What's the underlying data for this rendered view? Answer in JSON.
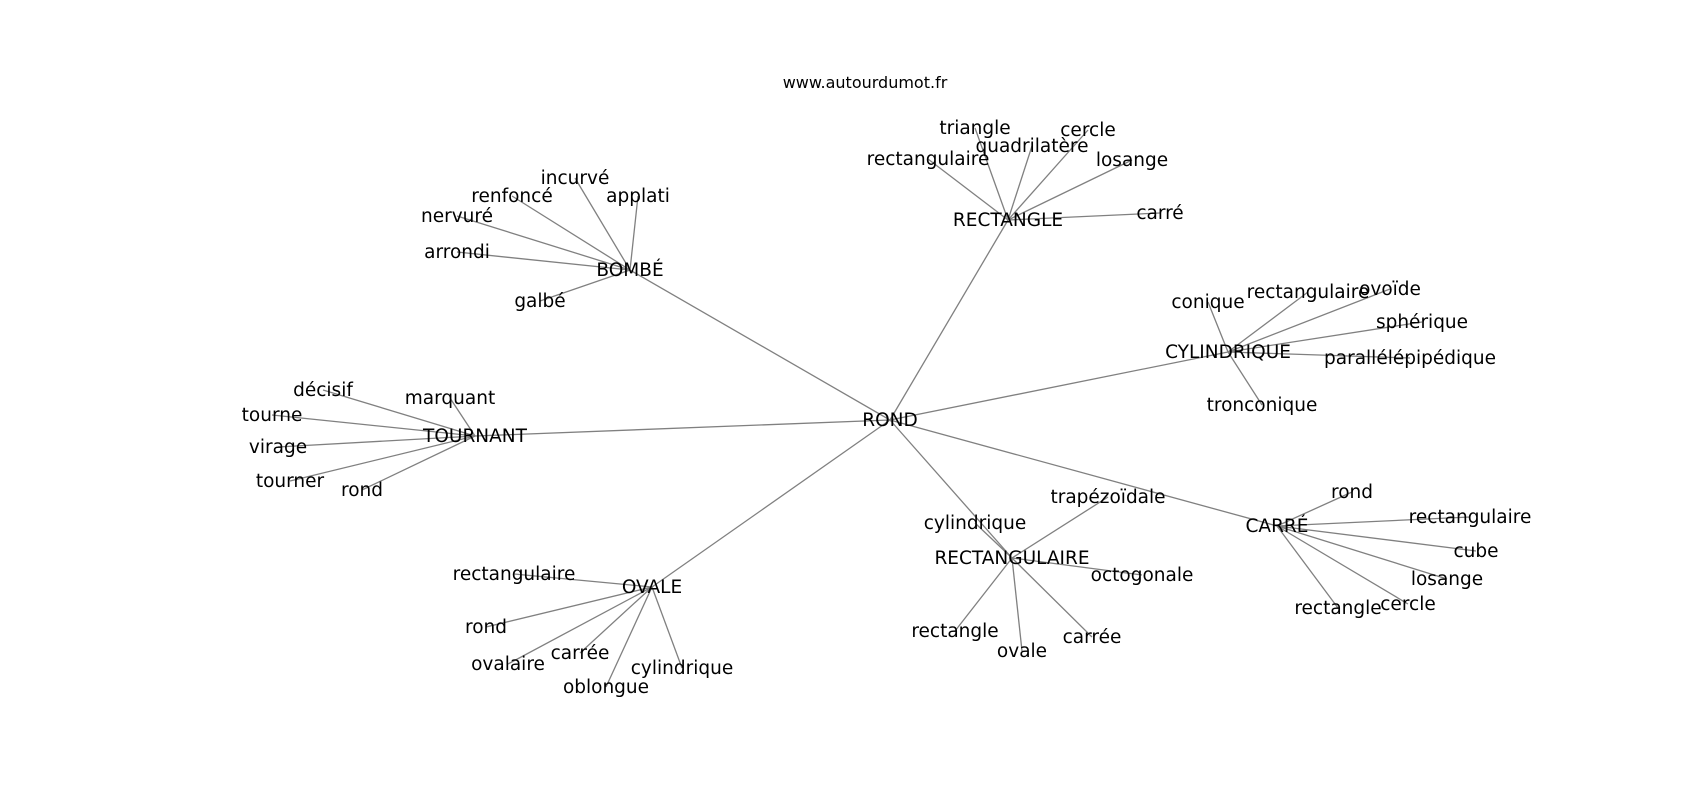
{
  "site": "www.autourdumot.fr",
  "root": "ROND",
  "clusters": [
    {
      "hub": "RECTANGLE",
      "leaves": [
        "triangle",
        "quadrilatère",
        "cercle",
        "rectangulaire",
        "losange",
        "carré"
      ]
    },
    {
      "hub": "BOMBÉ",
      "leaves": [
        "incurvé",
        "renfoncé",
        "applati",
        "nervuré",
        "arrondi",
        "galbé"
      ]
    },
    {
      "hub": "CYLINDRIQUE",
      "leaves": [
        "conique",
        "rectangulaire",
        "ovoïde",
        "sphérique",
        "parallélépipédique",
        "tronconique"
      ]
    },
    {
      "hub": "TOURNANT",
      "leaves": [
        "décisif",
        "marquant",
        "tourne",
        "virage",
        "tourner",
        "rond"
      ]
    },
    {
      "hub": "RECTANGULAIRE",
      "leaves": [
        "trapézoïdale",
        "cylindrique",
        "octogonale",
        "rectangle",
        "ovale",
        "carrée"
      ]
    },
    {
      "hub": "CARRÉ",
      "leaves": [
        "rond",
        "rectangulaire",
        "cube",
        "losange",
        "cercle",
        "rectangle"
      ]
    },
    {
      "hub": "OVALE",
      "leaves": [
        "rectangulaire",
        "rond",
        "ovalaire",
        "carrée",
        "oblongue",
        "cylindrique"
      ]
    }
  ]
}
